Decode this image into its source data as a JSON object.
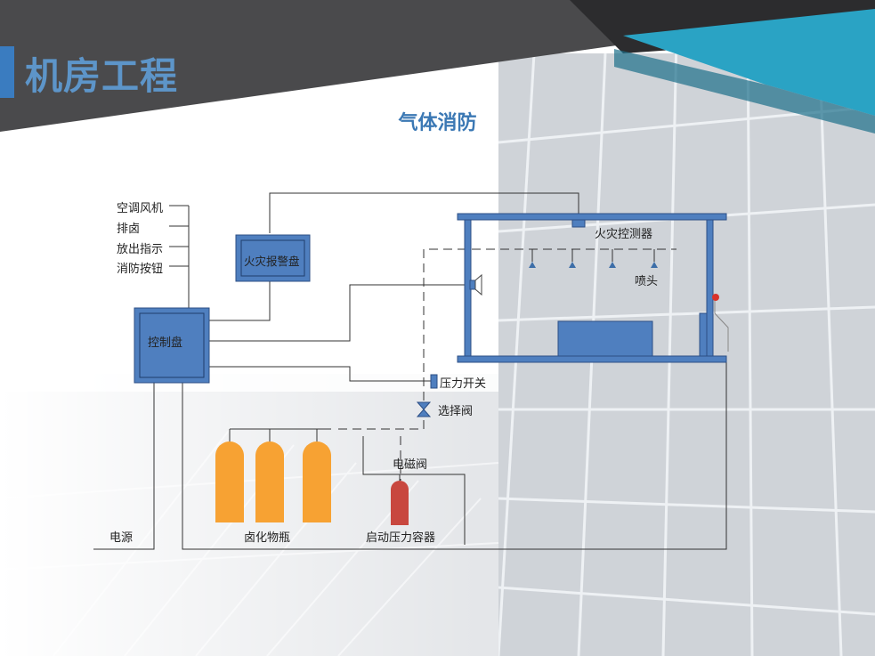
{
  "header": {
    "title": "机房工程",
    "subtitle": "气体消防"
  },
  "diagram": {
    "left_inputs": [
      "空调风机",
      "排卤",
      "放出指示",
      "消防按钮"
    ],
    "alarm_panel": "火灾报警盘",
    "control_panel": "控制盘",
    "fire_detector": "火灾控测器",
    "nozzle": "喷头",
    "pressure_switch": "压力开关",
    "selector_valve": "选择阀",
    "solenoid_valve": "电磁阀",
    "halon_cylinders": "卤化物瓶",
    "start_vessel": "启动压力容器",
    "power": "电源"
  },
  "colors": {
    "header_band": "#4a4a4c",
    "title": "#5d95c9",
    "subtitle": "#3b78b4",
    "accent_bar": "#3a7cc0",
    "teal": "#2aa3c4",
    "box_blue": "#4f7fbf",
    "box_border": "#2c4f86",
    "cylinder_orange": "#f7a233",
    "vessel_red": "#c8473f"
  }
}
